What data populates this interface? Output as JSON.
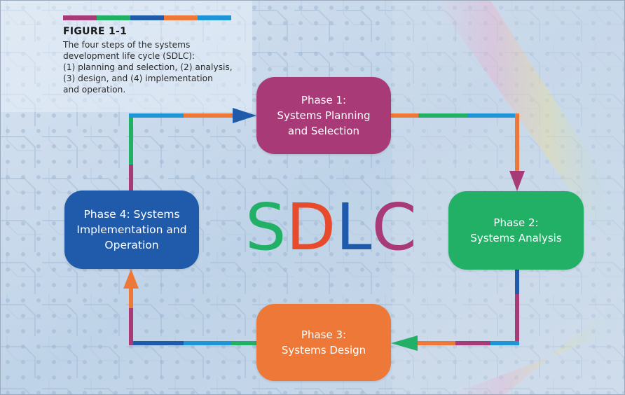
{
  "caption": {
    "figure_label": "FIGURE 1-1",
    "text": "The four steps of the systems\ndevelopment life cycle (SDLC):\n(1) planning and selection, (2) analysis,\n(3) design, and (4) implementation\nand operation."
  },
  "title_letters": [
    "S",
    "D",
    "L",
    "C"
  ],
  "phases": [
    {
      "label": "Phase 1:\nSystems Planning\nand Selection",
      "color": "#a83a78"
    },
    {
      "label": "Phase 2:\nSystems Analysis",
      "color": "#21b066"
    },
    {
      "label": "Phase 3:\nSystems Design",
      "color": "#ee7838"
    },
    {
      "label": "Phase 4: Systems\nImplementation and\nOperation",
      "color": "#1f5aab"
    }
  ],
  "colors": {
    "purple": "#a83a78",
    "green": "#21b066",
    "blue": "#1f5aab",
    "orange": "#ee7838",
    "cyan": "#1f95d8",
    "sdlc_s": "#21b066",
    "sdlc_d": "#e84a2c",
    "sdlc_l": "#1f5aab",
    "sdlc_c": "#a83a78"
  }
}
